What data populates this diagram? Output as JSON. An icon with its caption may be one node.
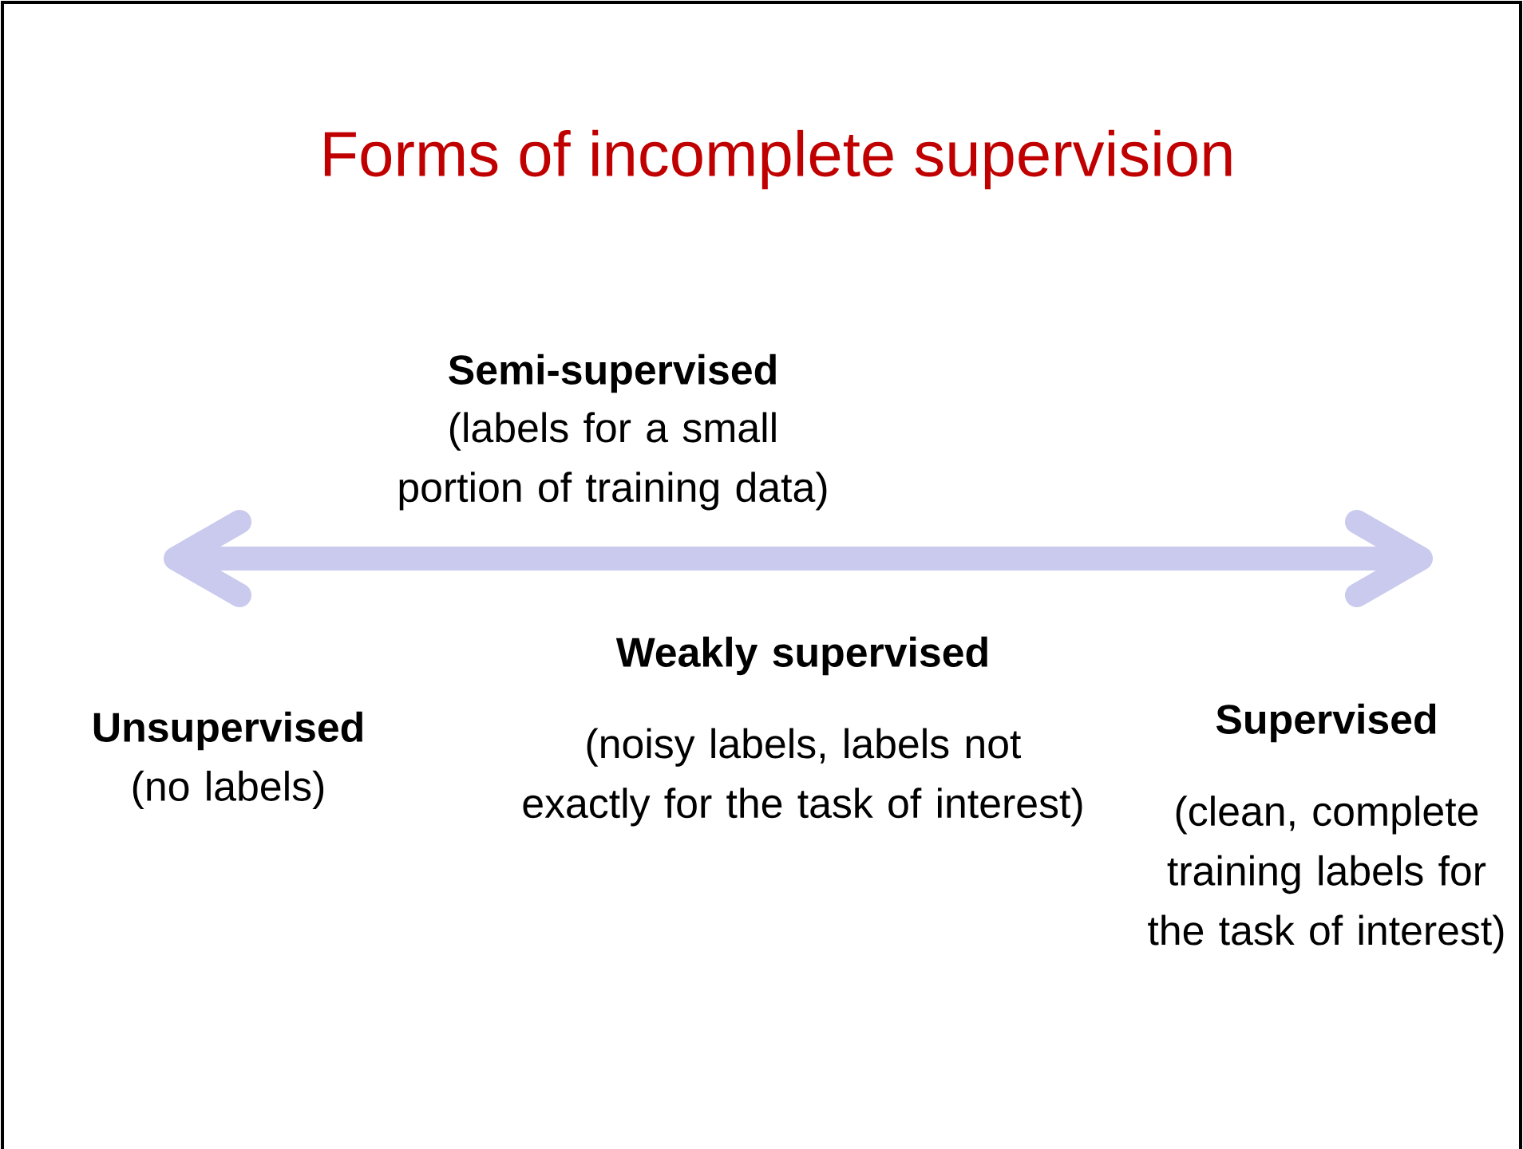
{
  "diagram": {
    "title": "Forms of incomplete supervision",
    "labels": [
      "Semi-supervised",
      "(labels for a small portion of training data)",
      "Weakly supervised",
      "(noisy labels, labels not exactly for the task of interest)",
      "Unsupervised",
      "(no labels)",
      "Supervised",
      "(clean, complete training labels for the task of interest)"
    ]
  }
}
